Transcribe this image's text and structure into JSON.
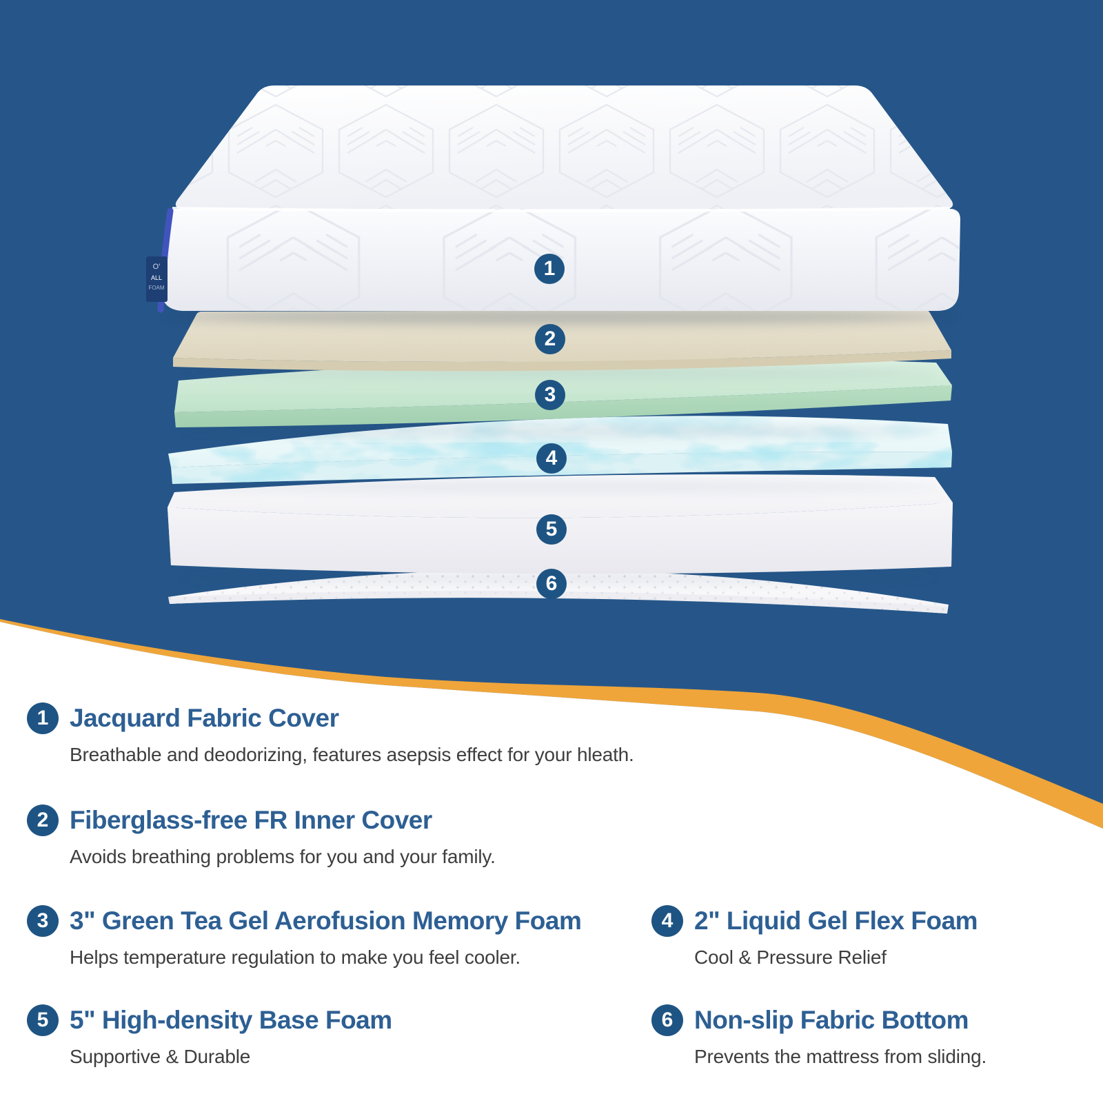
{
  "palette": {
    "background_blue": "#265689",
    "wave_orange": "#efa53a",
    "badge_blue": "#1e5483",
    "heading_blue": "#2d5f93",
    "text_gray": "#3e3e3e",
    "layer_cream": "#ece5d1",
    "layer_green": "#c3e6cd",
    "layer_gel_blue": "#7fd4e8",
    "mattress_white": "#fbfbfd"
  },
  "diagram": {
    "badges": [
      "1",
      "2",
      "3",
      "4",
      "5",
      "6"
    ],
    "tag_lines": [
      "O'",
      "ALL",
      "FOAM"
    ]
  },
  "items": [
    {
      "num": "1",
      "title": "Jacquard Fabric Cover",
      "desc": "Breathable and deodorizing, features asepsis effect for your hleath."
    },
    {
      "num": "2",
      "title": "Fiberglass-free FR Inner Cover",
      "desc": "Avoids breathing problems for you and your family."
    },
    {
      "num": "3",
      "title": "3\" Green Tea Gel Aerofusion Memory Foam",
      "desc": "Helps temperature regulation to make you feel cooler."
    },
    {
      "num": "4",
      "title": "2\" Liquid Gel Flex Foam",
      "desc": "Cool & Pressure Relief"
    },
    {
      "num": "5",
      "title": "5\" High-density Base Foam",
      "desc": "Supportive & Durable"
    },
    {
      "num": "6",
      "title": "Non-slip Fabric Bottom",
      "desc": "Prevents the mattress from sliding."
    }
  ]
}
